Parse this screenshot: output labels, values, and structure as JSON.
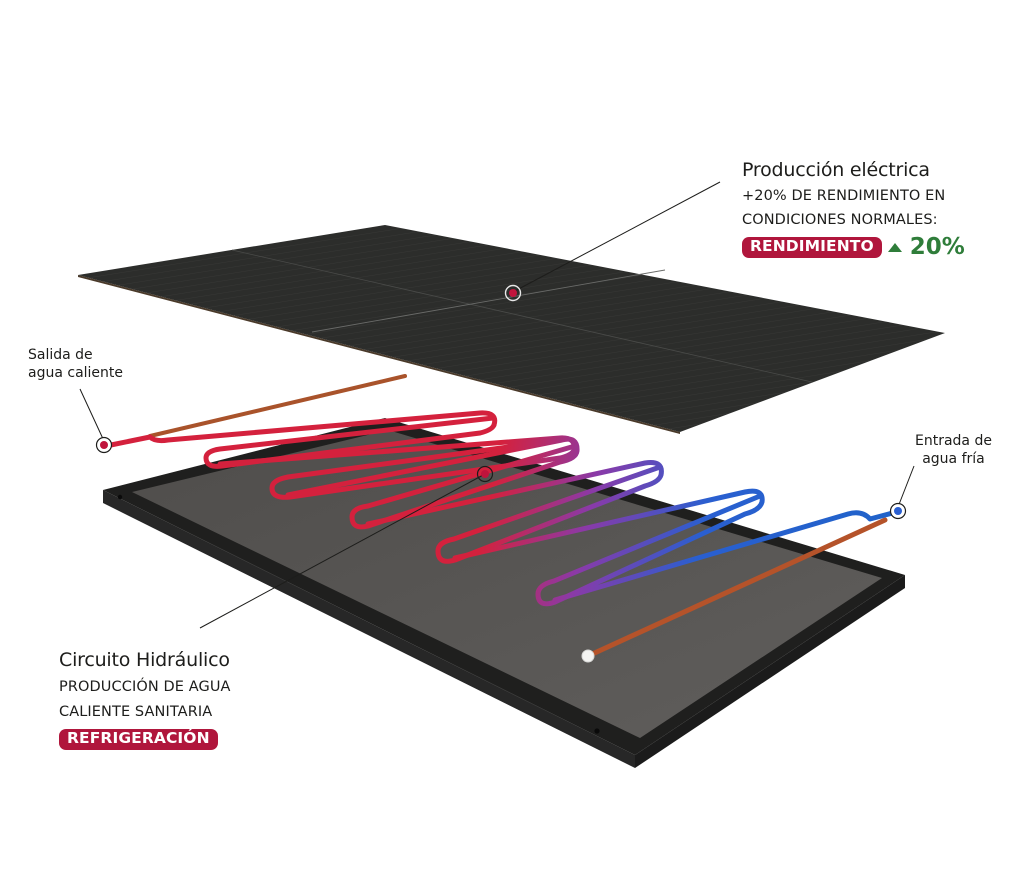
{
  "diagram": {
    "type": "exploded-view",
    "colors": {
      "accent_red": "#b0163c",
      "metric_green": "#2f7d3a",
      "panel": "#2c2d2b",
      "tray_frame": "#1f1f1e",
      "tray_surface": "#5a5856",
      "pipe_hot": "#d4213d",
      "pipe_mid": "#8a3aa8",
      "pipe_cold": "#1f63c9",
      "pipe_copper": "#b5532a"
    },
    "layers": [
      {
        "name": "solar-pv-panel",
        "icon": "solar-panel-icon"
      },
      {
        "name": "hydraulic-pipe-circuit",
        "icon": "pipe-icon"
      },
      {
        "name": "thermal-tray",
        "icon": "tray-icon"
      }
    ]
  },
  "callouts": {
    "electric": {
      "title": "Producción eléctrica",
      "line1": "+20% DE RENDIMIENTO EN",
      "line2": "CONDICIONES NORMALES:",
      "badge": "RENDIMIENTO",
      "trend_icon": "up-triangle-icon",
      "metric": "20%"
    },
    "hydraulic": {
      "title": "Circuito Hidráulico",
      "line1": "PRODUCCIÓN DE AGUA",
      "line2": "CALIENTE SANITARIA",
      "badge": "REFRIGERACIÓN"
    },
    "outlet": {
      "line1": "Salida de",
      "line2": "agua caliente"
    },
    "inlet": {
      "line1": "Entrada de",
      "line2": "agua fría"
    }
  }
}
